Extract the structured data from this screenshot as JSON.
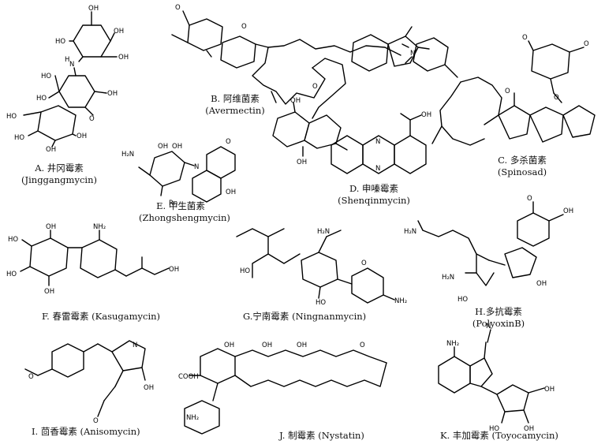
{
  "compounds": [
    {
      "id": "A",
      "label": "A. 井冈霉素",
      "name_en": "(Jinggangmycin)"
    },
    {
      "id": "B",
      "label": "B. 阿维菌素",
      "name_en": "(Avermectin)"
    },
    {
      "id": "C",
      "label": "C. 多杀菌素",
      "name_en": "(Spinosad)"
    },
    {
      "id": "D",
      "label": "D. 申嗪霉素",
      "name_en": "(Shenqinmycin)"
    },
    {
      "id": "E",
      "label": "E. 中生菌素",
      "name_en": "(Zhongshengmycin)"
    },
    {
      "id": "F",
      "label": "F. 春雷霉素 (Kasugamycin)",
      "name_en": ""
    },
    {
      "id": "G",
      "label": "G.宁南霉素 (Ningnanmycin)",
      "name_en": ""
    },
    {
      "id": "H",
      "label": "H.多抗霉素",
      "name_en": "(PolyoxinB)"
    },
    {
      "id": "I",
      "label": "I. 茴香霉素 (Anisomycin)",
      "name_en": ""
    },
    {
      "id": "J",
      "label": "J. 制霉素 (Nystatin)",
      "name_en": ""
    },
    {
      "id": "K",
      "label": "K. 丰加霉素 (Toyocamycin)",
      "name_en": ""
    }
  ],
  "atom_labels": {
    "oh": "OH",
    "ho": "HO",
    "nh": "N",
    "h": "H",
    "o": "O",
    "nh2": "NH₂",
    "h2n": "H₂N",
    "rn": "Rn",
    "cooh": "COOH",
    "n": "N",
    "meo": "O"
  }
}
